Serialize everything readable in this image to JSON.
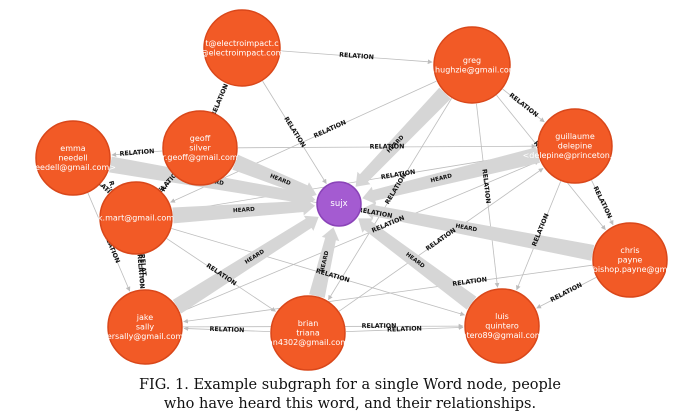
{
  "colors": {
    "node_fill": "#f25a26",
    "node_stroke": "#d9471a",
    "center_fill": "#a45bd1",
    "center_stroke": "#8a43b8",
    "heard_edge": "#d6d6d6",
    "relation_edge": "#bdbdbd"
  },
  "center": {
    "id": "sujx",
    "label": "sujx"
  },
  "nodes": [
    {
      "id": "electro",
      "lines": [
        "t@electroimpact.c",
        "@electroimpact.com"
      ]
    },
    {
      "id": "greg",
      "lines": [
        "greg",
        "g.hughzie@gmail.com"
      ]
    },
    {
      "id": "geoff",
      "lines": [
        "geoff",
        "silver",
        "r.geoff@gmail.com"
      ]
    },
    {
      "id": "emma",
      "lines": [
        "emma",
        "needell",
        "needell@gmail.com>"
      ]
    },
    {
      "id": "guillaume",
      "lines": [
        "guillaume",
        "delepine",
        "<delepine@princeton.edu"
      ]
    },
    {
      "id": "mart",
      "lines": [
        "k.mart@gmail.com"
      ]
    },
    {
      "id": "chris",
      "lines": [
        "chris",
        "payne",
        "r.bishop.payne@gma"
      ]
    },
    {
      "id": "jake",
      "lines": [
        "jake",
        "sally",
        "ersally@gmail.com"
      ]
    },
    {
      "id": "brian",
      "lines": [
        "brian",
        "triana",
        "an4302@gmail.com"
      ]
    },
    {
      "id": "luis",
      "lines": [
        "luis",
        "quintero",
        "ntero89@gmail.com"
      ]
    }
  ],
  "heard_label": "HEARD",
  "relation_label": "RELATION",
  "truncated_labels": [
    "R...",
    "RELAT...",
    "R..."
  ],
  "caption": {
    "line1": "FIG. 1.  Example subgraph for a single Word node, people",
    "line2": "who have heard this word, and their relationships."
  }
}
